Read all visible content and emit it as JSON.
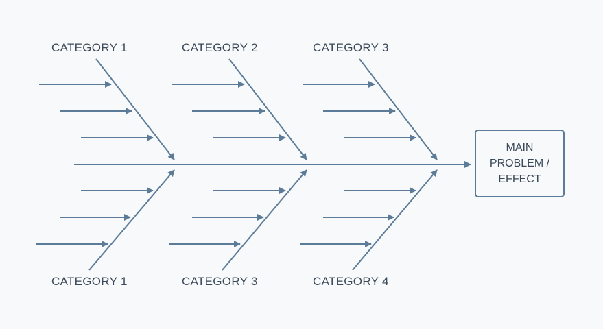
{
  "diagram": {
    "type": "fishbone",
    "line_color": "#5b7b98",
    "text_color": "#3b4a5a",
    "effect": "MAIN\nPROBLEM /\nEFFECT",
    "top_categories": [
      "CATEGORY 1",
      "CATEGORY 2",
      "CATEGORY 3"
    ],
    "bottom_categories": [
      "CATEGORY 1",
      "CATEGORY 3",
      "CATEGORY 4"
    ],
    "causes_per_bone": 3
  }
}
